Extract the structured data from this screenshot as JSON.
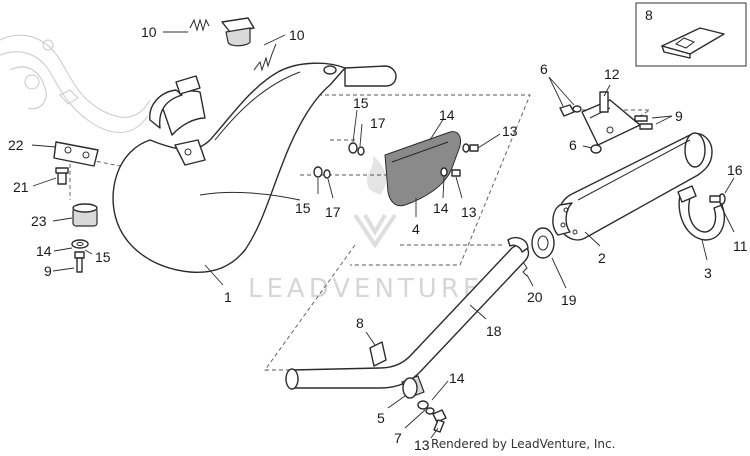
{
  "watermark": "LEADVENTURE",
  "credit": "Rendered by LeadVenture, Inc.",
  "inset_label": "8",
  "callouts": [
    {
      "id": "c10a",
      "text": "10"
    },
    {
      "id": "c10b",
      "text": "10"
    },
    {
      "id": "c22",
      "text": "22"
    },
    {
      "id": "c21",
      "text": "21"
    },
    {
      "id": "c23",
      "text": "23"
    },
    {
      "id": "c14a",
      "text": "14"
    },
    {
      "id": "c15a",
      "text": "15"
    },
    {
      "id": "c9a",
      "text": "9"
    },
    {
      "id": "c1",
      "text": "1"
    },
    {
      "id": "c15b",
      "text": "15"
    },
    {
      "id": "c17a",
      "text": "17"
    },
    {
      "id": "c15c",
      "text": "15"
    },
    {
      "id": "c17b",
      "text": "17"
    },
    {
      "id": "c14b",
      "text": "14"
    },
    {
      "id": "c13a",
      "text": "13"
    },
    {
      "id": "c14c",
      "text": "14"
    },
    {
      "id": "c13b",
      "text": "13"
    },
    {
      "id": "c4",
      "text": "4"
    },
    {
      "id": "c6a",
      "text": "6"
    },
    {
      "id": "c12",
      "text": "12"
    },
    {
      "id": "c9b",
      "text": "9"
    },
    {
      "id": "c6b",
      "text": "6"
    },
    {
      "id": "c16",
      "text": "16"
    },
    {
      "id": "c11",
      "text": "11"
    },
    {
      "id": "c3",
      "text": "3"
    },
    {
      "id": "c2",
      "text": "2"
    },
    {
      "id": "c19",
      "text": "19"
    },
    {
      "id": "c20",
      "text": "20"
    },
    {
      "id": "c18",
      "text": "18"
    },
    {
      "id": "c8",
      "text": "8"
    },
    {
      "id": "c14d",
      "text": "14"
    },
    {
      "id": "c5",
      "text": "5"
    },
    {
      "id": "c7",
      "text": "7"
    },
    {
      "id": "c13c",
      "text": "13"
    }
  ]
}
